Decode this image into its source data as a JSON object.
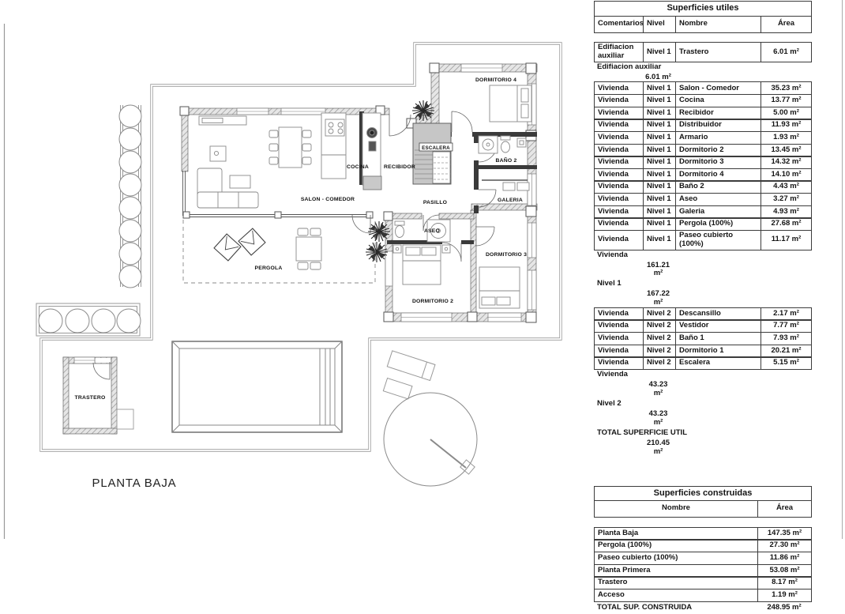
{
  "plan": {
    "title": "PLANTA BAJA",
    "rooms": [
      {
        "label": "DORMITORIO 4"
      },
      {
        "label": "ESCALERA"
      },
      {
        "label": "COCINA"
      },
      {
        "label": "RECIBIDOR"
      },
      {
        "label": "BAÑO 2"
      },
      {
        "label": "SALON - COMEDOR"
      },
      {
        "label": "PASILLO"
      },
      {
        "label": "GALERIA"
      },
      {
        "label": "ASEO"
      },
      {
        "label": "DORMITORIO 3"
      },
      {
        "label": "DORMITORIO 2"
      },
      {
        "label": "PERGOLA"
      },
      {
        "label": "TRASTERO"
      }
    ]
  },
  "colors": {
    "table_border": "#3c3c3c",
    "text": "#141414",
    "wall_hatch_bg": "#e6e6e6",
    "wall_hatch_line": "#9a9a9a",
    "plan_line": "#777777",
    "stair_fill": "#c6c6c6"
  },
  "tables": {
    "utiles": {
      "title": "Superficies utiles",
      "headers": {
        "c1": "Comentarios",
        "c2": "Nivel",
        "c3": "Nombre",
        "c4": "Área"
      },
      "rows": [
        {
          "type": "data",
          "comentarios": "Edifiacion auxiliar",
          "nivel": "Nivel 1",
          "nombre": "Trastero",
          "area": "6.01 m²"
        },
        {
          "type": "summary",
          "comentarios": "Edifiacion auxiliar",
          "area": "6.01 m²"
        },
        {
          "type": "data",
          "comentarios": "Vivienda",
          "nivel": "Nivel 1",
          "nombre": "Salon - Comedor",
          "area": "35.23 m²"
        },
        {
          "type": "data",
          "comentarios": "Vivienda",
          "nivel": "Nivel 1",
          "nombre": "Cocina",
          "area": "13.77 m²"
        },
        {
          "type": "data",
          "comentarios": "Vivienda",
          "nivel": "Nivel 1",
          "nombre": "Recibidor",
          "area": "5.00 m²"
        },
        {
          "type": "data",
          "comentarios": "Vivienda",
          "nivel": "Nivel 1",
          "nombre": "Distribuidor",
          "area": "11.93 m²"
        },
        {
          "type": "data",
          "comentarios": "Vivienda",
          "nivel": "Nivel 1",
          "nombre": "Armario",
          "area": "1.93 m²"
        },
        {
          "type": "data",
          "comentarios": "Vivienda",
          "nivel": "Nivel 1",
          "nombre": "Dormitorio 2",
          "area": "13.45 m²"
        },
        {
          "type": "data",
          "comentarios": "Vivienda",
          "nivel": "Nivel 1",
          "nombre": "Dormitorio 3",
          "area": "14.32 m²"
        },
        {
          "type": "data",
          "comentarios": "Vivienda",
          "nivel": "Nivel 1",
          "nombre": "Dormitorio 4",
          "area": "14.10 m²"
        },
        {
          "type": "data",
          "comentarios": "Vivienda",
          "nivel": "Nivel 1",
          "nombre": "Baño 2",
          "area": "4.43 m²"
        },
        {
          "type": "data",
          "comentarios": "Vivienda",
          "nivel": "Nivel 1",
          "nombre": "Aseo",
          "area": "3.27 m²"
        },
        {
          "type": "data",
          "comentarios": "Vivienda",
          "nivel": "Nivel 1",
          "nombre": "Galeria",
          "area": "4.93 m²"
        },
        {
          "type": "data",
          "comentarios": "Vivienda",
          "nivel": "Nivel 1",
          "nombre": "Pergola (100%)",
          "area": "27.68 m²"
        },
        {
          "type": "data",
          "comentarios": "Vivienda",
          "nivel": "Nivel 1",
          "nombre": "Paseo cubierto (100%)",
          "area": "11.17 m²"
        },
        {
          "type": "summary",
          "comentarios": "Vivienda",
          "area": "161.21 m²"
        },
        {
          "type": "summary",
          "comentarios": "Nivel 1",
          "area": "167.22 m²"
        },
        {
          "type": "data",
          "comentarios": "Vivienda",
          "nivel": "Nivel 2",
          "nombre": "Descansillo",
          "area": "2.17 m²"
        },
        {
          "type": "data",
          "comentarios": "Vivienda",
          "nivel": "Nivel 2",
          "nombre": "Vestidor",
          "area": "7.77 m²"
        },
        {
          "type": "data",
          "comentarios": "Vivienda",
          "nivel": "Nivel 2",
          "nombre": "Baño 1",
          "area": "7.93 m²"
        },
        {
          "type": "data",
          "comentarios": "Vivienda",
          "nivel": "Nivel 2",
          "nombre": "Dormitorio 1",
          "area": "20.21 m²"
        },
        {
          "type": "data",
          "comentarios": "Vivienda",
          "nivel": "Nivel 2",
          "nombre": "Escalera",
          "area": "5.15 m²"
        },
        {
          "type": "summary",
          "comentarios": "Vivienda",
          "area": "43.23 m²"
        },
        {
          "type": "summary",
          "comentarios": "Nivel 2",
          "area": "43.23 m²"
        },
        {
          "type": "total",
          "comentarios": "TOTAL SUPERFICIE UTIL",
          "area": "210.45 m²"
        }
      ]
    },
    "construidas": {
      "title": "Superficies construidas",
      "headers": {
        "c1": "Nombre",
        "c2": "Área"
      },
      "rows": [
        {
          "type": "data",
          "nombre": "Planta Baja",
          "area": "147.35 m²"
        },
        {
          "type": "data",
          "nombre": "Pergola (100%)",
          "area": "27.30 m²"
        },
        {
          "type": "data",
          "nombre": "Paseo cubierto (100%)",
          "area": "11.86 m²"
        },
        {
          "type": "data",
          "nombre": "Planta Primera",
          "area": "53.08 m²"
        },
        {
          "type": "data",
          "nombre": "Trastero",
          "area": "8.17 m²"
        },
        {
          "type": "data",
          "nombre": "Acceso",
          "area": "1.19 m²"
        },
        {
          "type": "total",
          "nombre": "TOTAL SUP. CONSTRUIDA",
          "area": "248.95 m²"
        }
      ]
    }
  }
}
